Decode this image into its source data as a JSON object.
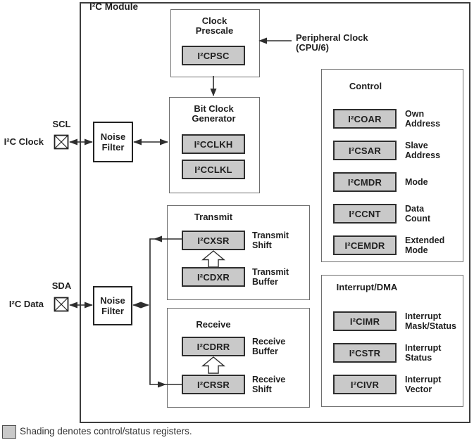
{
  "module_title": "I²C Module",
  "peripheral_clock": {
    "line1": "Peripheral Clock",
    "line2": "(CPU/6)"
  },
  "clock_prescale": {
    "title1": "Clock",
    "title2": "Prescale",
    "register": "I²CPSC"
  },
  "bit_clock": {
    "title1": "Bit Clock",
    "title2": "Generator",
    "register1": "I²CCLKH",
    "register2": "I²CCLKL"
  },
  "noise_filter": {
    "line1": "Noise",
    "line2": "Filter"
  },
  "scl": {
    "pin": "SCL",
    "signal": "I²C Clock"
  },
  "sda": {
    "pin": "SDA",
    "signal": "I²C Data"
  },
  "transmit": {
    "title": "Transmit",
    "regs": [
      {
        "name": "I²CXSR",
        "d1": "Transmit",
        "d2": "Shift"
      },
      {
        "name": "I²CDXR",
        "d1": "Transmit",
        "d2": "Buffer"
      }
    ]
  },
  "receive": {
    "title": "Receive",
    "regs": [
      {
        "name": "I²CDRR",
        "d1": "Receive",
        "d2": "Buffer"
      },
      {
        "name": "I²CRSR",
        "d1": "Receive",
        "d2": "Shift"
      }
    ]
  },
  "control": {
    "title": "Control",
    "regs": [
      {
        "name": "I²COAR",
        "d1": "Own",
        "d2": "Address"
      },
      {
        "name": "I²CSAR",
        "d1": "Slave",
        "d2": "Address"
      },
      {
        "name": "I²CMDR",
        "d1": "Mode",
        "d2": ""
      },
      {
        "name": "I²CCNT",
        "d1": "Data",
        "d2": "Count"
      },
      {
        "name": "I²CEMDR",
        "d1": "Extended",
        "d2": "Mode"
      }
    ]
  },
  "interrupt_dma": {
    "title": "Interrupt/DMA",
    "regs": [
      {
        "name": "I²CIMR",
        "d1": "Interrupt",
        "d2": "Mask/Status"
      },
      {
        "name": "I²CSTR",
        "d1": "Interrupt",
        "d2": "Status"
      },
      {
        "name": "I²CIVR",
        "d1": "Interrupt",
        "d2": "Vector"
      }
    ]
  },
  "legend": {
    "text": "Shading denotes control/status registers.",
    "swatch_color": "#c9c9c9"
  },
  "colors": {
    "register_fill": "#c9c9c9",
    "register_border": "#2e2e2e",
    "group_border": "#6e6e6e",
    "outer_border": "#3d3d3d",
    "line": "#2e2e2e",
    "text": "#1f1f1f"
  }
}
